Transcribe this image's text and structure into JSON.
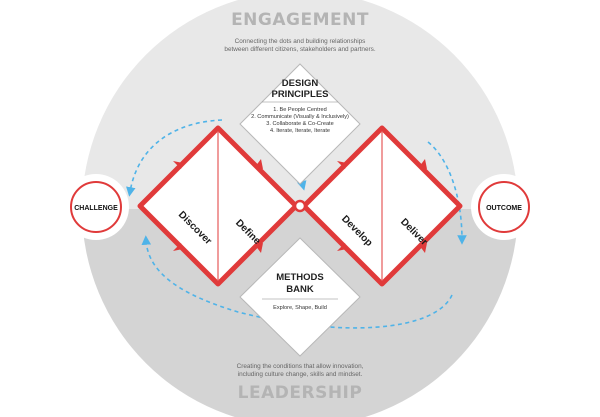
{
  "engagement": {
    "title": "ENGAGEMENT",
    "description_lines": [
      "Connecting the dots and building relationships",
      "between different citizens, stakeholders and partners."
    ]
  },
  "leadership": {
    "title": "LEADERSHIP",
    "description_lines": [
      "Creating the conditions that allow innovation,",
      "including culture change, skills and mindset."
    ]
  },
  "design_principles": {
    "title_lines": [
      "DESIGN",
      "PRINCIPLES"
    ],
    "items": [
      "1. Be People Centred",
      "2. Communicate (Visually & Inclusively)",
      "3. Collaborate & Co-Create",
      "4. Iterate, Iterate, Iterate"
    ]
  },
  "methods_bank": {
    "title_lines": [
      "METHODS",
      "BANK"
    ],
    "items": [
      "Explore, Shape, Build"
    ]
  },
  "phases": {
    "discover": "Discover",
    "define": "Define",
    "develop": "Develop",
    "deliver": "Deliver"
  },
  "ends": {
    "challenge": "CHALLENGE",
    "outcome": "OUTCOME"
  },
  "colors": {
    "accent_red": "#e03a3a",
    "arrow_blue": "#4fb3e8",
    "engagement_gray": "#e8e8e8",
    "leadership_gray": "#d4d4d4",
    "heading_gray": "#b4b4b4"
  }
}
